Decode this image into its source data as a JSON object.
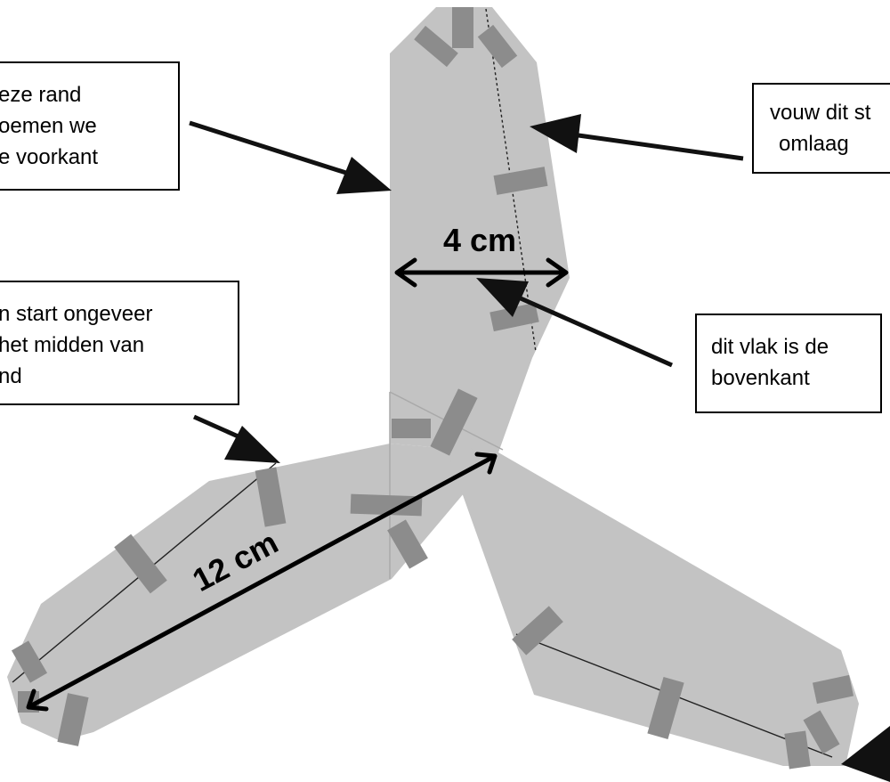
{
  "notes": {
    "front_edge": {
      "lines": [
        "eze rand",
        "oemen we",
        "e voorkant"
      ]
    },
    "fold_strip": {
      "lines": [
        "vouw dit st",
        "omlaag"
      ]
    },
    "start_midpoint": {
      "lines": [
        "n start ongeveer",
        "het midden van",
        "nd"
      ]
    },
    "top_face": {
      "lines": [
        "dit vlak is de",
        "bovenkant"
      ]
    }
  },
  "dimensions": {
    "width_label": "4 cm",
    "length_label": "12 cm"
  },
  "colors": {
    "paper": "#c3c3c3",
    "tape": "#8c8c8c",
    "ink": "#000000"
  }
}
